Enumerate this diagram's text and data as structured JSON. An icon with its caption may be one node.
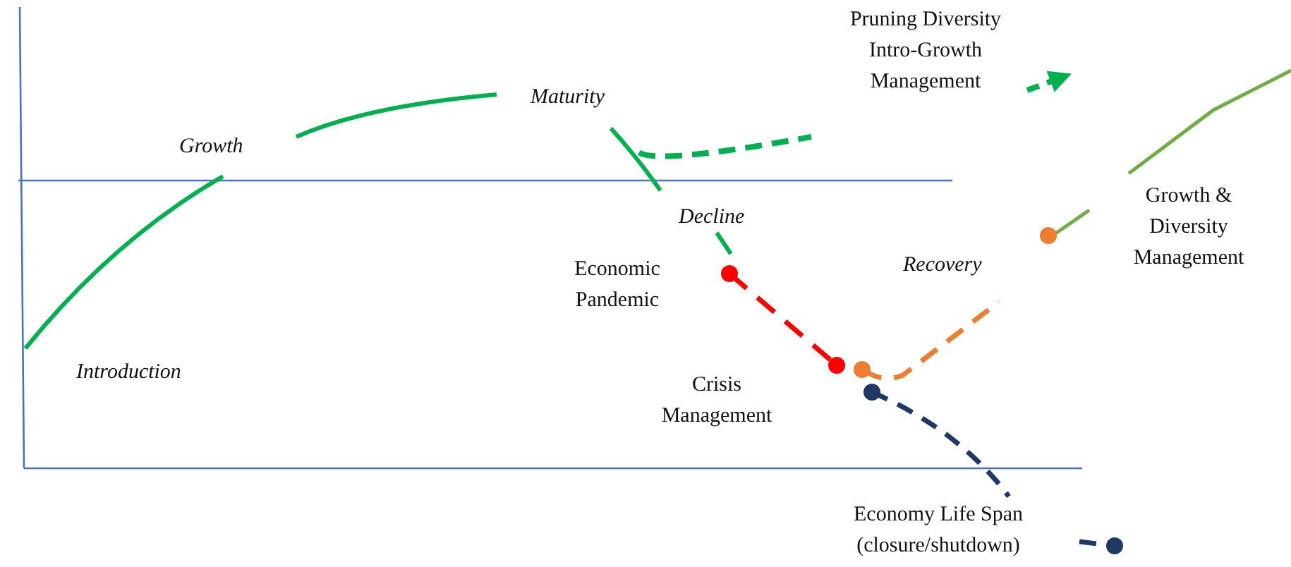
{
  "diagram": {
    "labels": [
      "Pruning Diversity Intro-Growth Management",
      "Maturity",
      "Growth",
      "Growth & Diversity Management",
      "Decline",
      "Economic Pandemic",
      "Recovery",
      "Introduction",
      "Crisis Management",
      "Economy Life Span (closure/shutdown)"
    ]
  }
}
